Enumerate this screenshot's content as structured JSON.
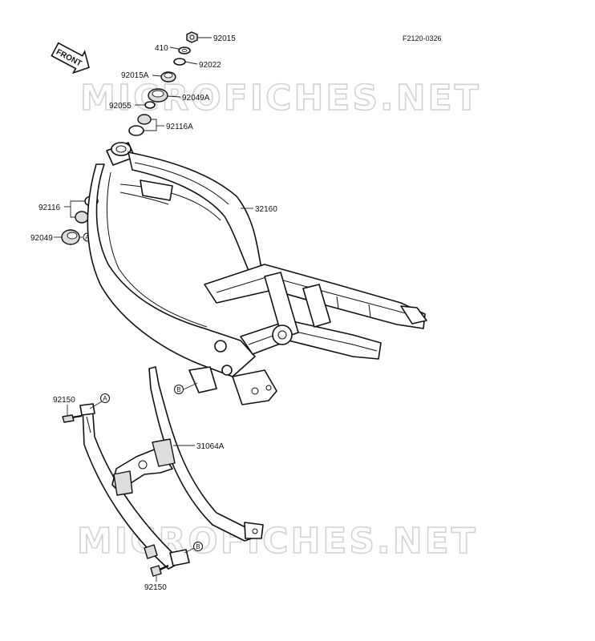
{
  "figure_code": "F2120-0326",
  "front_arrow": "FRONT",
  "watermark": "MICROFICHES.NET",
  "ref_a": "A",
  "ref_b": "B",
  "parts": {
    "p92015": "92015",
    "p410": "410",
    "p92022": "92022",
    "p92015a": "92015A",
    "p92049a": "92049A",
    "p92055": "92055",
    "p92116a": "92116A",
    "p92116": "92116",
    "p92049": "92049",
    "p32160": "32160",
    "p92150_top": "92150",
    "p31064a": "31064A",
    "p92150_bottom": "92150"
  }
}
